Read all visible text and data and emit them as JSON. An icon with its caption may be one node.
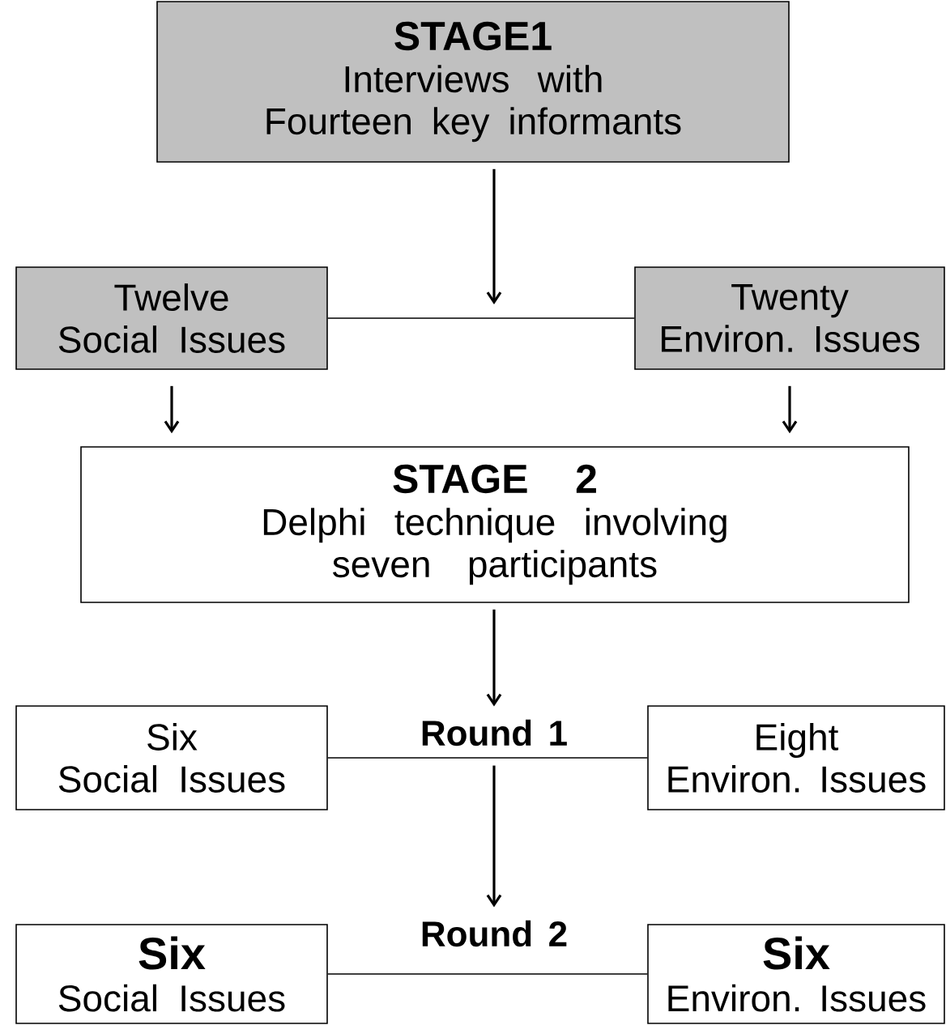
{
  "diagram": {
    "nodes": [
      {
        "text": [
          "STAGE1",
          "Interviews with Fourteen key informants"
        ]
      },
      {
        "text": [
          "Twelve",
          "Social Issues"
        ]
      },
      {
        "text": [
          "Twenty",
          "Environ. Issues"
        ]
      },
      {
        "text": [
          "STAGE 2",
          "Delphi technique involving seven participants"
        ]
      },
      {
        "text": [
          "Six",
          "Social Issues"
        ]
      },
      {
        "text": [
          "Round 1"
        ]
      },
      {
        "text": [
          "Eight",
          "Environ. Issues"
        ]
      },
      {
        "text": [
          "Six",
          "Social Issues"
        ]
      },
      {
        "text": [
          "Round 2"
        ]
      },
      {
        "text": [
          "Six",
          "Environ. Issues"
        ]
      }
    ],
    "edges": [
      {
        "from": 1,
        "to": 2,
        "arrow": "none"
      },
      {
        "from": 0,
        "to": null,
        "arrow": "to"
      },
      {
        "from": 1,
        "to": 3,
        "arrow": "to"
      },
      {
        "from": 2,
        "to": 3,
        "arrow": "to"
      },
      {
        "from": 3,
        "to": 5,
        "arrow": "to"
      },
      {
        "from": 4,
        "to": 6,
        "arrow": "none"
      },
      {
        "from": 5,
        "to": 8,
        "arrow": "to"
      },
      {
        "from": 7,
        "to": 9,
        "arrow": "none"
      }
    ]
  }
}
